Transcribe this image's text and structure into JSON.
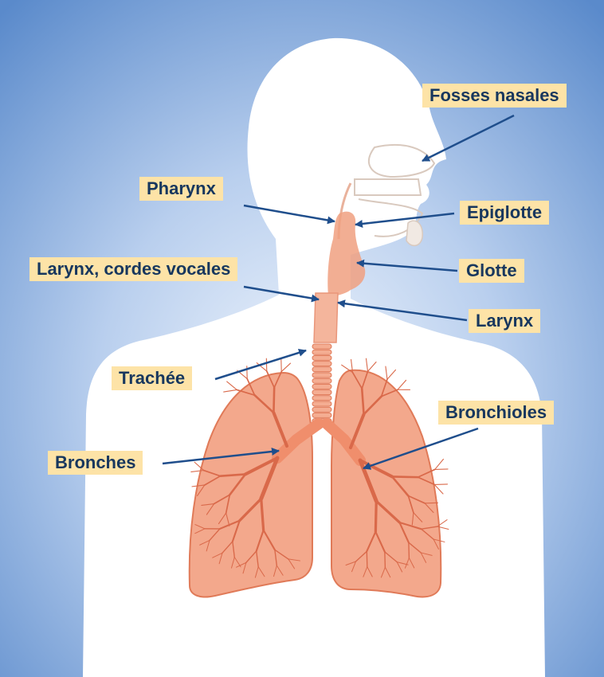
{
  "diagram": {
    "labels": {
      "fosses_nasales": "Fosses nasales",
      "pharynx": "Pharynx",
      "epiglotte": "Epiglotte",
      "larynx_cordes_vocales": "Larynx, cordes vocales",
      "glotte": "Glotte",
      "larynx": "Larynx",
      "trachee": "Trachée",
      "bronchioles": "Bronchioles",
      "bronches": "Bronches"
    },
    "colors": {
      "background_top": "#5f8fce",
      "background_center": "#dbe8f8",
      "body": "#ffffff",
      "lung_fill": "#f3a88c",
      "lung_stroke": "#e07a58",
      "airway": "#f0a080",
      "label_bg": "#fde3a7",
      "label_text": "#17375e",
      "arrow": "#1f4e8c"
    }
  }
}
